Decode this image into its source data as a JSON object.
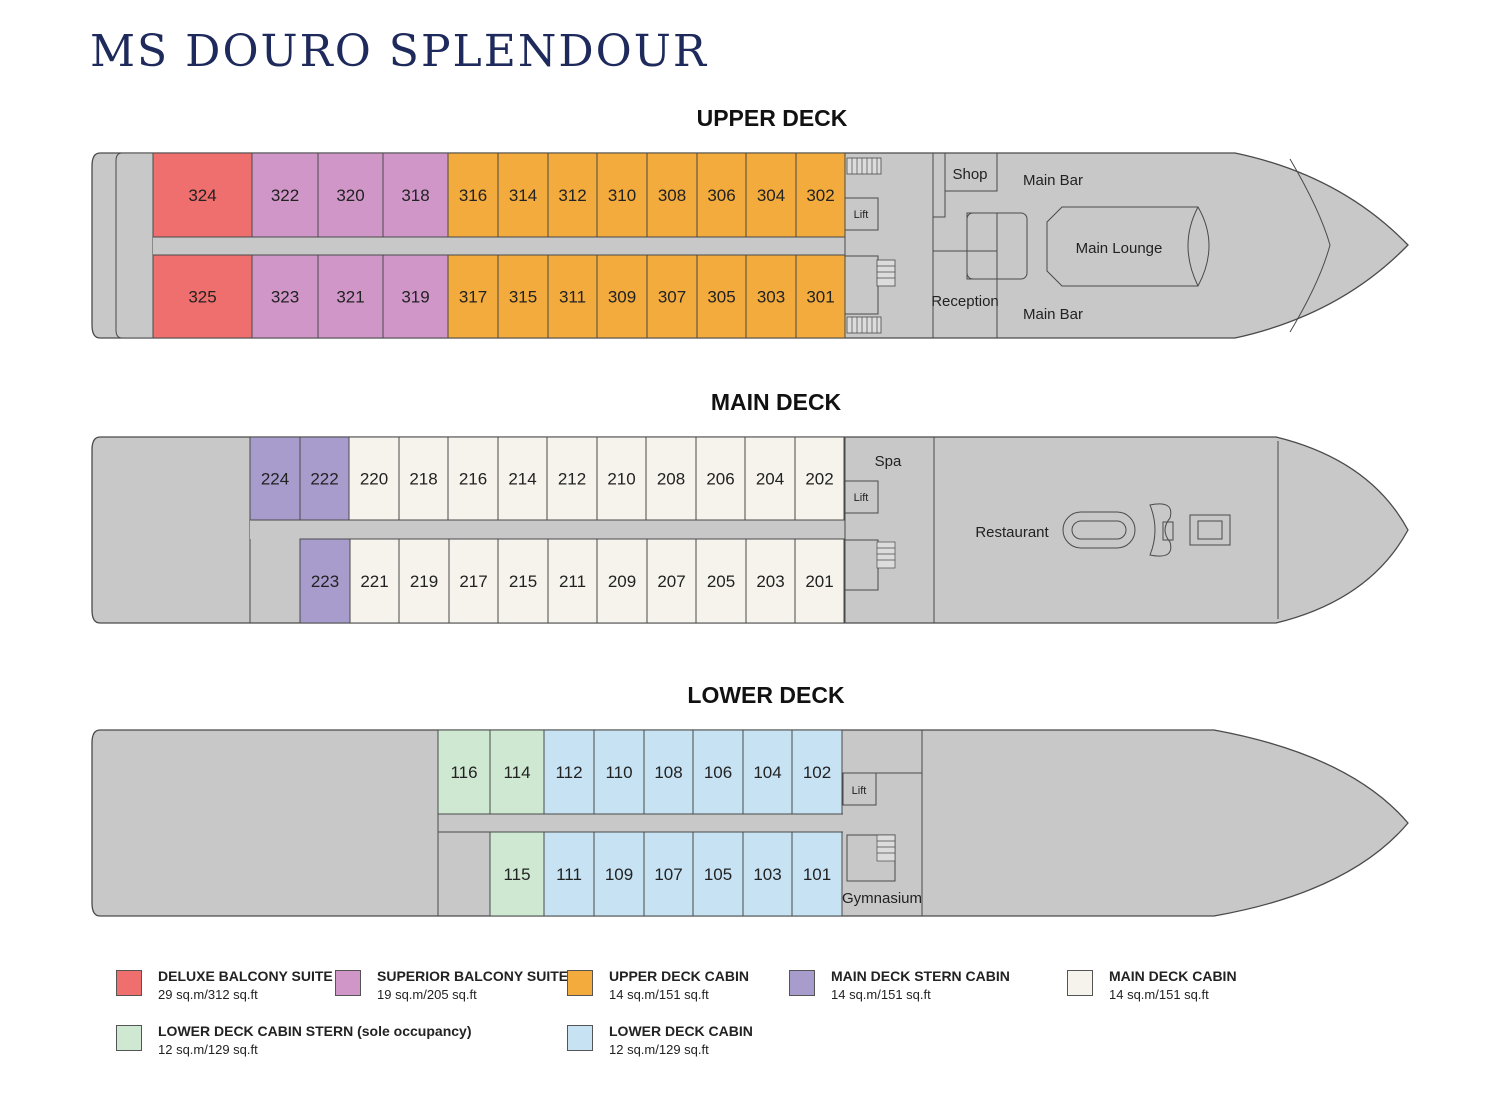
{
  "title": "MS DOURO SPLENDOUR",
  "colors": {
    "deluxe": "#ef6f6f",
    "superior": "#d096c8",
    "upper": "#f2ab3c",
    "mainstern": "#a89ccc",
    "main": "#f6f3ec",
    "lowerstern": "#cfe8d2",
    "lower": "#c6e2f3",
    "hull": "#c8c8c8",
    "line": "#4a4a4a"
  },
  "decks": {
    "upper": {
      "title": "UPPER DECK",
      "top_row": [
        {
          "n": "324",
          "t": "deluxe"
        },
        {
          "n": "322",
          "t": "superior"
        },
        {
          "n": "320",
          "t": "superior"
        },
        {
          "n": "318",
          "t": "superior"
        },
        {
          "n": "316",
          "t": "upper"
        },
        {
          "n": "314",
          "t": "upper"
        },
        {
          "n": "312",
          "t": "upper"
        },
        {
          "n": "310",
          "t": "upper"
        },
        {
          "n": "308",
          "t": "upper"
        },
        {
          "n": "306",
          "t": "upper"
        },
        {
          "n": "304",
          "t": "upper"
        },
        {
          "n": "302",
          "t": "upper"
        }
      ],
      "bottom_row": [
        {
          "n": "325",
          "t": "deluxe"
        },
        {
          "n": "323",
          "t": "superior"
        },
        {
          "n": "321",
          "t": "superior"
        },
        {
          "n": "319",
          "t": "superior"
        },
        {
          "n": "317",
          "t": "upper"
        },
        {
          "n": "315",
          "t": "upper"
        },
        {
          "n": "311",
          "t": "upper"
        },
        {
          "n": "309",
          "t": "upper"
        },
        {
          "n": "307",
          "t": "upper"
        },
        {
          "n": "305",
          "t": "upper"
        },
        {
          "n": "303",
          "t": "upper"
        },
        {
          "n": "301",
          "t": "upper"
        }
      ],
      "labels": {
        "shop": "Shop",
        "lift": "Lift",
        "reception": "Reception",
        "main_bar": "Main Bar",
        "main_lounge": "Main Lounge"
      }
    },
    "main": {
      "title": "MAIN DECK",
      "top_row": [
        {
          "n": "224",
          "t": "mainstern"
        },
        {
          "n": "222",
          "t": "mainstern"
        },
        {
          "n": "220",
          "t": "main"
        },
        {
          "n": "218",
          "t": "main"
        },
        {
          "n": "216",
          "t": "main"
        },
        {
          "n": "214",
          "t": "main"
        },
        {
          "n": "212",
          "t": "main"
        },
        {
          "n": "210",
          "t": "main"
        },
        {
          "n": "208",
          "t": "main"
        },
        {
          "n": "206",
          "t": "main"
        },
        {
          "n": "204",
          "t": "main"
        },
        {
          "n": "202",
          "t": "main"
        }
      ],
      "bottom_row": [
        {
          "n": "223",
          "t": "mainstern"
        },
        {
          "n": "221",
          "t": "main"
        },
        {
          "n": "219",
          "t": "main"
        },
        {
          "n": "217",
          "t": "main"
        },
        {
          "n": "215",
          "t": "main"
        },
        {
          "n": "211",
          "t": "main"
        },
        {
          "n": "209",
          "t": "main"
        },
        {
          "n": "207",
          "t": "main"
        },
        {
          "n": "205",
          "t": "main"
        },
        {
          "n": "203",
          "t": "main"
        },
        {
          "n": "201",
          "t": "main"
        }
      ],
      "labels": {
        "spa": "Spa",
        "lift": "Lift",
        "restaurant": "Restaurant"
      }
    },
    "lower": {
      "title": "LOWER DECK",
      "top_row": [
        {
          "n": "116",
          "t": "lowerstern"
        },
        {
          "n": "114",
          "t": "lowerstern"
        },
        {
          "n": "112",
          "t": "lower"
        },
        {
          "n": "110",
          "t": "lower"
        },
        {
          "n": "108",
          "t": "lower"
        },
        {
          "n": "106",
          "t": "lower"
        },
        {
          "n": "104",
          "t": "lower"
        },
        {
          "n": "102",
          "t": "lower"
        }
      ],
      "bottom_row": [
        {
          "n": "115",
          "t": "lowerstern"
        },
        {
          "n": "111",
          "t": "lower"
        },
        {
          "n": "109",
          "t": "lower"
        },
        {
          "n": "107",
          "t": "lower"
        },
        {
          "n": "105",
          "t": "lower"
        },
        {
          "n": "103",
          "t": "lower"
        },
        {
          "n": "101",
          "t": "lower"
        }
      ],
      "labels": {
        "lift": "Lift",
        "gymnasium": "Gymnasium"
      }
    }
  },
  "legend": {
    "deluxe": {
      "name": "DELUXE BALCONY SUITE",
      "size": "29 sq.m/312 sq.ft"
    },
    "superior": {
      "name": "SUPERIOR BALCONY SUITE",
      "size": "19 sq.m/205 sq.ft"
    },
    "upper": {
      "name": "UPPER DECK CABIN",
      "size": "14 sq.m/151 sq.ft"
    },
    "mainstern": {
      "name": "MAIN DECK STERN CABIN",
      "size": "14 sq.m/151 sq.ft"
    },
    "main": {
      "name": "MAIN DECK CABIN",
      "size": "14 sq.m/151 sq.ft"
    },
    "lowerstern": {
      "name": "LOWER DECK CABIN STERN (sole occupancy)",
      "size": "12 sq.m/129 sq.ft"
    },
    "lower": {
      "name": "LOWER DECK CABIN",
      "size": "12 sq.m/129 sq.ft"
    }
  }
}
